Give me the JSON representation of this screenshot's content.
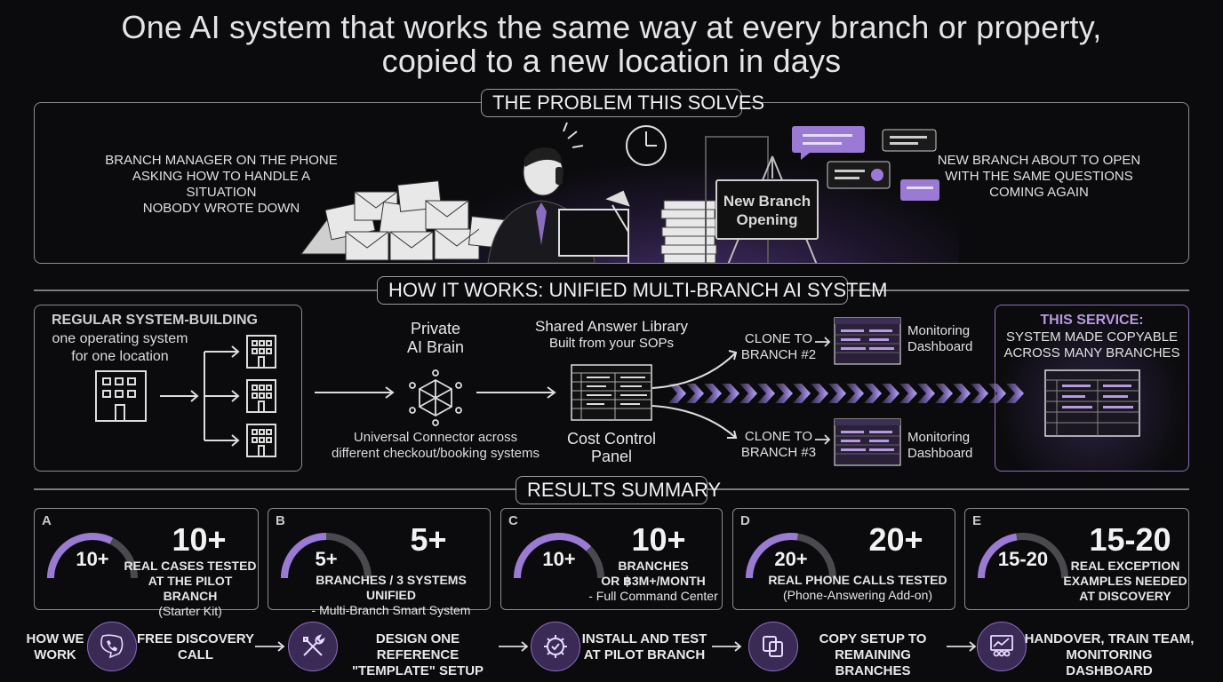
{
  "title": {
    "line1": "One AI system that works the same way at every branch or property,",
    "line2": "copied to a new location in days"
  },
  "problem": {
    "heading": "THE PROBLEM THIS SOLVES",
    "left_text": [
      "BRANCH MANAGER ON THE PHONE",
      "ASKING HOW TO HANDLE A SITUATION",
      "NOBODY WROTE DOWN"
    ],
    "sign_text": [
      "New Branch",
      "Opening"
    ],
    "right_text": [
      "NEW BRANCH ABOUT TO OPEN",
      "WITH THE SAME QUESTIONS",
      "COMING AGAIN"
    ]
  },
  "how": {
    "heading": "HOW IT WORKS: UNIFIED MULTI-BRANCH AI SYSTEM",
    "regular_title": "REGULAR SYSTEM-BUILDING",
    "regular_sub": [
      "one operating system",
      "for one location"
    ],
    "brain_label": [
      "Private",
      "AI Brain"
    ],
    "connector_label": [
      "Universal Connector across",
      "different checkout/booking systems"
    ],
    "library_label": [
      "Shared Answer Library",
      "Built from your SOPs"
    ],
    "cost_label": [
      "Cost Control",
      "Panel"
    ],
    "clone2": [
      "CLONE TO",
      "BRANCH #2"
    ],
    "clone3": [
      "CLONE TO",
      "BRANCH #3"
    ],
    "monitor": [
      "Monitoring",
      "Dashboard"
    ],
    "service_title": "THIS SERVICE:",
    "service_sub": [
      "SYSTEM MADE COPYABLE",
      "ACROSS MANY BRANCHES"
    ]
  },
  "results": {
    "heading": "RESULTS SUMMARY",
    "cards": [
      {
        "letter": "A",
        "gauge": "10+",
        "big": "10+",
        "fill": 0.65,
        "desc": [
          "REAL CASES TESTED",
          "AT THE PILOT BRANCH",
          "(Starter Kit)"
        ]
      },
      {
        "letter": "B",
        "gauge": "5+",
        "big": "5+",
        "fill": 0.5,
        "desc": [
          "BRANCHES / 3 SYSTEMS UNIFIED",
          "- Multi-Branch Smart System"
        ]
      },
      {
        "letter": "C",
        "gauge": "10+",
        "big": "10+",
        "fill": 0.75,
        "desc": [
          "BRANCHES",
          "OR ฿3M+/MONTH",
          "- Full Command Center"
        ]
      },
      {
        "letter": "D",
        "gauge": "20+",
        "big": "20+",
        "fill": 0.55,
        "desc": [
          "REAL PHONE CALLS TESTED",
          "(Phone-Answering Add-on)"
        ]
      },
      {
        "letter": "E",
        "gauge": "15-20",
        "big": "15-20",
        "fill": 0.45,
        "desc": [
          "REAL EXCEPTION",
          "EXAMPLES NEEDED",
          "AT DISCOVERY"
        ]
      }
    ]
  },
  "workflow": {
    "label": [
      "HOW WE",
      "WORK"
    ],
    "steps": [
      {
        "icon": "phone-chat-icon",
        "text": [
          "FREE DISCOVERY",
          "CALL"
        ]
      },
      {
        "icon": "tools-icon",
        "text": [
          "DESIGN ONE REFERENCE",
          "\"TEMPLATE\" SETUP"
        ]
      },
      {
        "icon": "gear-check-icon",
        "text": [
          "INSTALL AND TEST",
          "AT PILOT BRANCH"
        ]
      },
      {
        "icon": "copy-icon",
        "text": [
          "COPY SETUP TO",
          "REMAINING BRANCHES"
        ]
      },
      {
        "icon": "dashboard-team-icon",
        "text": [
          "HANDOVER, TRAIN TEAM,",
          "MONITORING DASHBOARD"
        ]
      }
    ]
  },
  "colors": {
    "accent": "#8a6cc0",
    "accent_light": "#b69ae0",
    "background": "#0b0b0d",
    "border": "#8c8c8c"
  }
}
